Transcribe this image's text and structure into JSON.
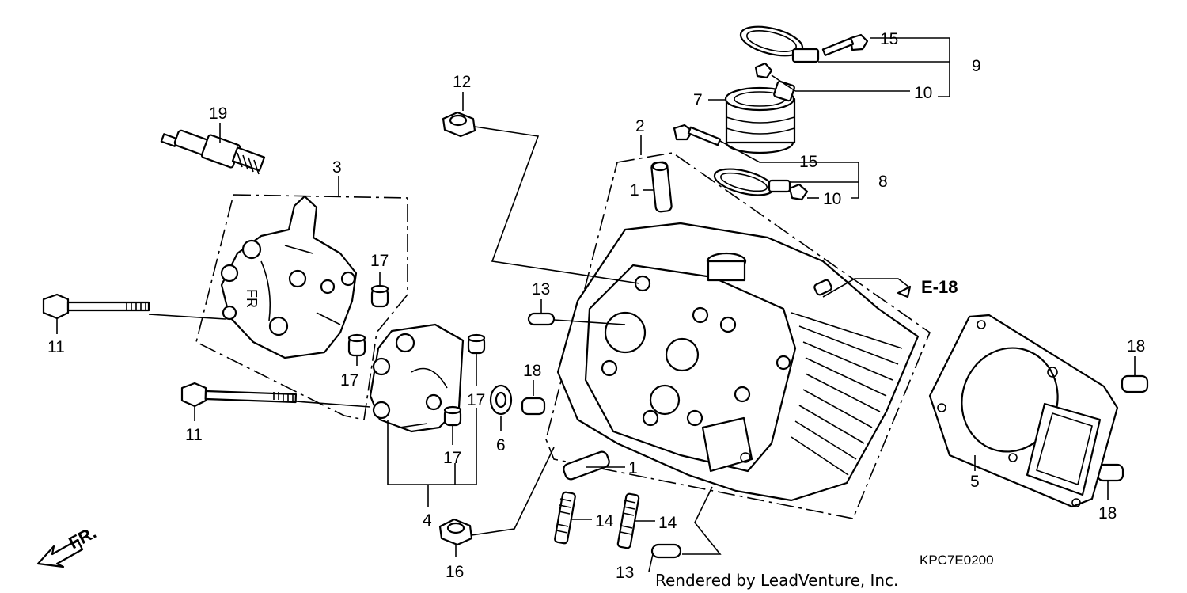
{
  "callouts": {
    "c1a": "1",
    "c1b": "1",
    "c2": "2",
    "c3": "3",
    "c4": "4",
    "c5": "5",
    "c6": "6",
    "c7": "7",
    "c8": "8",
    "c9": "9",
    "c10a": "10",
    "c10b": "10",
    "c11a": "11",
    "c11b": "11",
    "c12": "12",
    "c13a": "13",
    "c13b": "13",
    "c14a": "14",
    "c14b": "14",
    "c15a": "15",
    "c15b": "15",
    "c16": "16",
    "c17a": "17",
    "c17b": "17",
    "c17c": "17",
    "c17d": "17",
    "c18a": "18",
    "c18b": "18",
    "c18c": "18",
    "c19": "19"
  },
  "reference": "E-18",
  "diagram_code": "KPC7E0200",
  "credit": "Rendered by LeadVenture, Inc.",
  "direction_label": "FR.",
  "cover_marking": "FR"
}
